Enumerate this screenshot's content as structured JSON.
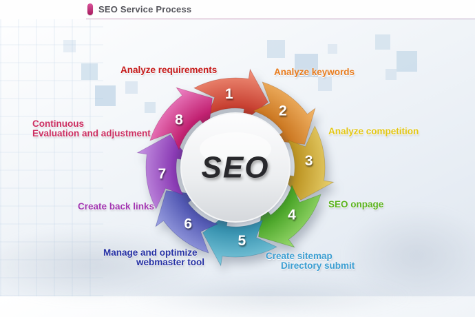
{
  "header": {
    "title": "SEO Service Process",
    "accent_color": "#b81f63"
  },
  "center": {
    "label": "SEO"
  },
  "steps": [
    {
      "num": "1",
      "lines": [
        "Analyze requirements"
      ],
      "label_color": "#c51717",
      "grad": [
        "#ef8d76",
        "#c84132",
        "#8e1f12"
      ]
    },
    {
      "num": "2",
      "lines": [
        "Analyze keywords"
      ],
      "label_color": "#e87c1e",
      "grad": [
        "#f0b264",
        "#cd7a24",
        "#8f4d10"
      ]
    },
    {
      "num": "3",
      "lines": [
        "Analyze competition"
      ],
      "label_color": "#e3c714",
      "grad": [
        "#e6cd68",
        "#bd9524",
        "#876710"
      ]
    },
    {
      "num": "4",
      "lines": [
        "SEO onpage"
      ],
      "label_color": "#5bb31e",
      "grad": [
        "#96d76a",
        "#47a326",
        "#277012"
      ]
    },
    {
      "num": "5",
      "lines": [
        "Create sitemap",
        "Directory submit"
      ],
      "label_color": "#3b9ed2",
      "grad": [
        "#7ac6da",
        "#338fad",
        "#1b5e7e"
      ]
    },
    {
      "num": "6",
      "lines": [
        "Manage and optimize",
        "webmaster tool"
      ],
      "label_color": "#2531a4",
      "grad": [
        "#989ee0",
        "#5056b2",
        "#2c3082"
      ]
    },
    {
      "num": "7",
      "lines": [
        "Create back links"
      ],
      "label_color": "#a238b2",
      "grad": [
        "#c28ee0",
        "#8a3ab4",
        "#5c1c84"
      ]
    },
    {
      "num": "8",
      "lines": [
        "Continuous",
        "Evaluation and adjustment"
      ],
      "label_color": "#cc2f62",
      "grad": [
        "#ec80c2",
        "#c22272",
        "#8c1046"
      ]
    }
  ]
}
